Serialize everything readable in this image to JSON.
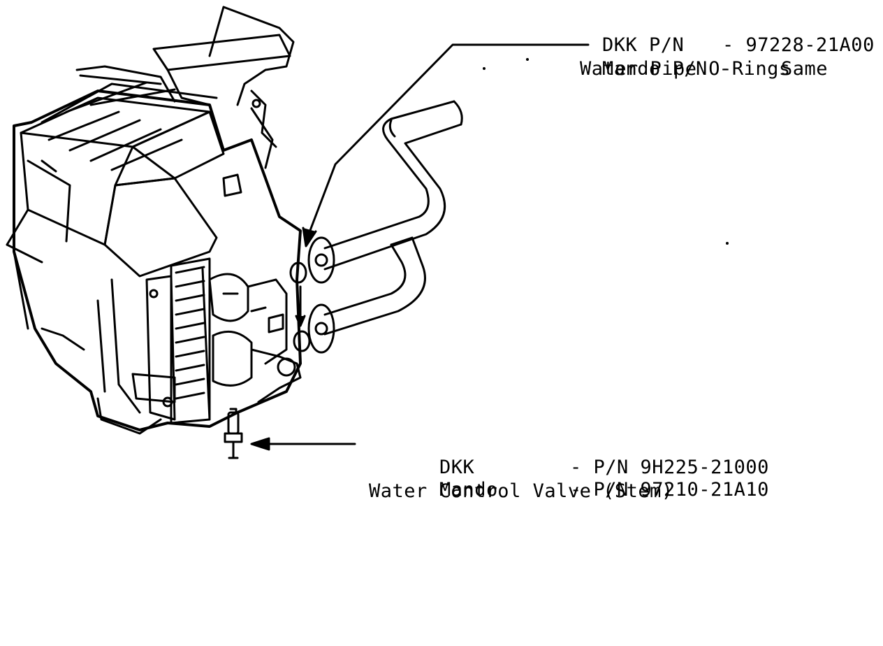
{
  "figure": {
    "line_color": "#000000",
    "background": "#ffffff"
  },
  "callout_orings": {
    "title": "Water Pipe O-Rings",
    "rows": [
      {
        "label": "DKK P/N",
        "value": "- 97228-21A00"
      },
      {
        "label": "Mando P/N -",
        "value": "Same"
      }
    ]
  },
  "callout_valve": {
    "title": "Water Control Valve (Stem)",
    "rows": [
      {
        "label": "DKK",
        "value": "- P/N 9H225-21000"
      },
      {
        "label": "Mando",
        "value": "- P/N 97210-21A10"
      }
    ]
  }
}
